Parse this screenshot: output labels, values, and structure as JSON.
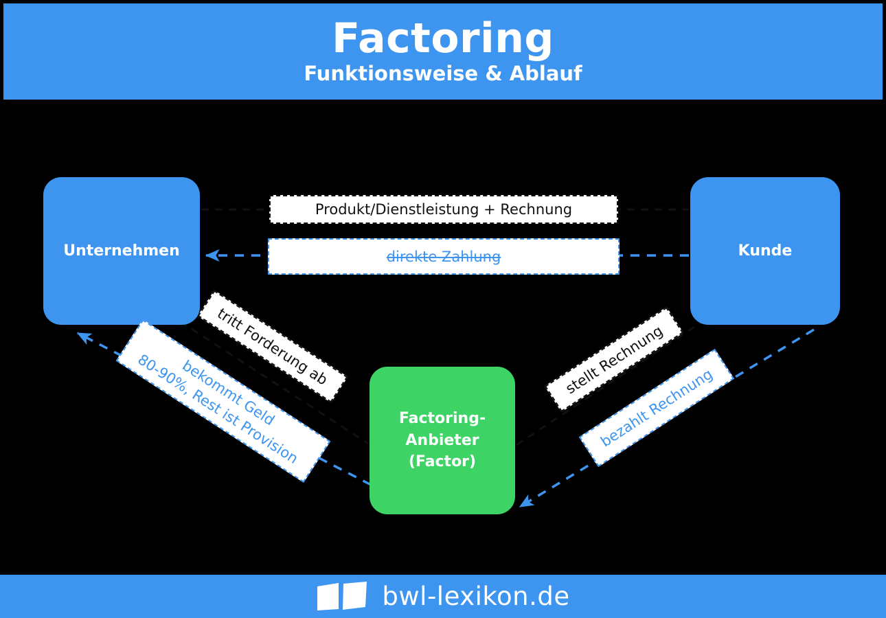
{
  "header": {
    "title": "Factoring",
    "subtitle": "Funktionsweise & Ablauf"
  },
  "footer": {
    "brand": "bwl-lexikon.de",
    "logo_icon": "open-book-icon"
  },
  "colors": {
    "brand_blue": "#3d95f0",
    "accent_green": "#3ed465",
    "background": "#000000",
    "chip_background": "#ffffff",
    "dark_text": "#111111"
  },
  "diagram": {
    "nodes": [
      {
        "id": "unternehmen",
        "label": "Unternehmen",
        "color": "#3d95f0"
      },
      {
        "id": "kunde",
        "label": "Kunde",
        "color": "#3d95f0"
      },
      {
        "id": "factor",
        "label": "Factoring-\nAnbieter\n(Factor)",
        "color": "#3ed465"
      }
    ],
    "edges": [
      {
        "id": "produkt-rechnung",
        "label": "Produkt/Dienstleistung + Rechnung",
        "from": "unternehmen",
        "to": "kunde",
        "style": "dashed-dark",
        "text_color": "#111111",
        "struck_through": false
      },
      {
        "id": "direkte-zahlung",
        "label": "direkte Zahlung",
        "from": "kunde",
        "to": "unternehmen",
        "style": "dashed-blue",
        "text_color": "#3d95f0",
        "struck_through": true
      },
      {
        "id": "tritt-forderung-ab",
        "label": "tritt Forderung ab",
        "from": "unternehmen",
        "to": "factor",
        "style": "dashed-dark",
        "text_color": "#111111",
        "struck_through": false
      },
      {
        "id": "bekommt-geld",
        "label": "bekommt Geld\n80-90%, Rest ist Provision",
        "from": "factor",
        "to": "unternehmen",
        "style": "dashed-blue",
        "text_color": "#3d95f0",
        "struck_through": false
      },
      {
        "id": "stellt-rechnung",
        "label": "stellt Rechnung",
        "from": "factor",
        "to": "kunde",
        "style": "dashed-dark",
        "text_color": "#111111",
        "struck_through": false
      },
      {
        "id": "bezahlt-rechnung",
        "label": "bezahlt Rechnung",
        "from": "kunde",
        "to": "factor",
        "style": "dashed-blue",
        "text_color": "#3d95f0",
        "struck_through": false
      }
    ]
  }
}
